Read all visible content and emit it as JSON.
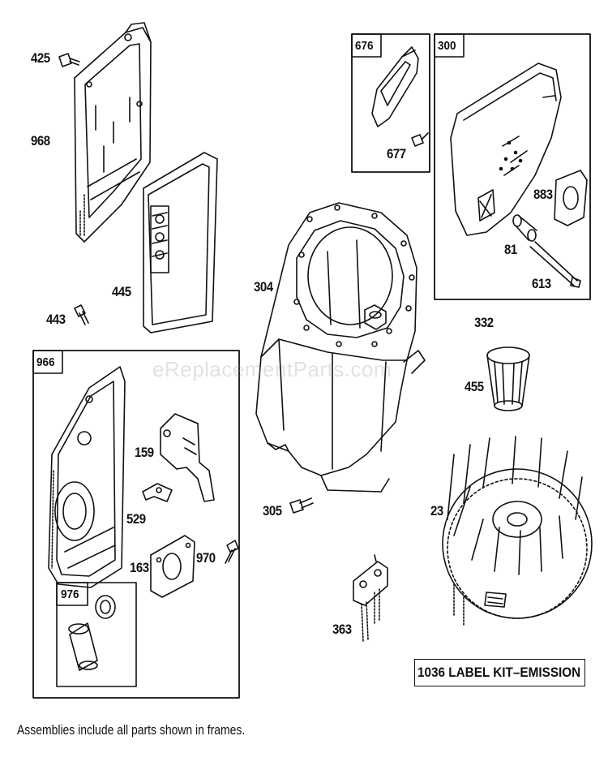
{
  "watermark": "eReplacementParts.com",
  "footnote": "Assemblies include all parts shown in frames.",
  "label_kit": "1036 LABEL KIT–EMISSION",
  "frames": {
    "f676": "676",
    "f300": "300",
    "f966": "966",
    "f976": "976"
  },
  "parts": {
    "p425": "425",
    "p968": "968",
    "p445": "445",
    "p443": "443",
    "p677": "677",
    "p883": "883",
    "p81": "81",
    "p613": "613",
    "p304": "304",
    "p332": "332",
    "p455": "455",
    "p159": "159",
    "p529": "529",
    "p163": "163",
    "p970": "970",
    "p305": "305",
    "p23": "23",
    "p363": "363"
  }
}
